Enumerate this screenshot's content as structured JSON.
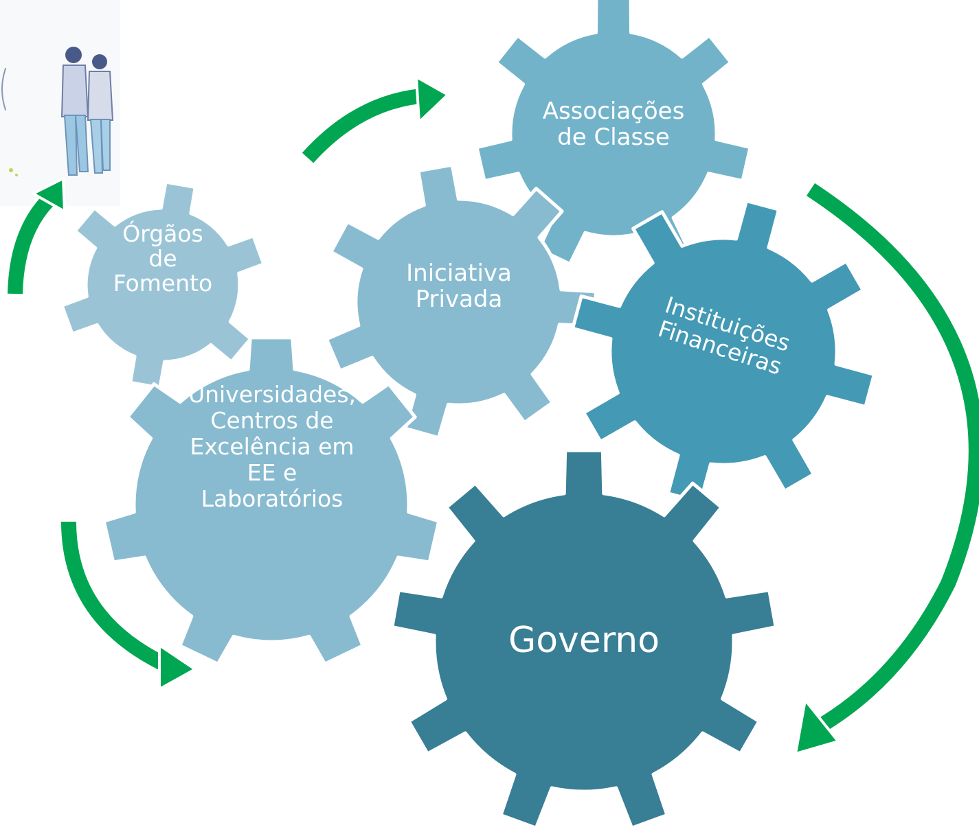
{
  "colors": {
    "background": "#ffffff",
    "arrow": "#00a651",
    "arrow_outline": "#ffffff",
    "label": "#ffffff",
    "gear_outline": "#ffffff"
  },
  "gears": [
    {
      "id": "associacoes",
      "lines": [
        "Associações",
        "de Classe"
      ],
      "color": "#72b3c9"
    },
    {
      "id": "orgaos",
      "lines": [
        "Órgãos",
        "de",
        "Fomento"
      ],
      "color": "#9ac4d6"
    },
    {
      "id": "iniciativa",
      "lines": [
        "Iniciativa",
        "Privada"
      ],
      "color": "#88bbd0"
    },
    {
      "id": "instituicoes",
      "lines": [
        "Instituições",
        "Financeiras"
      ],
      "color": "#4499b4"
    },
    {
      "id": "universidades",
      "lines": [
        "Universidades,",
        "Centros de",
        "Excelência  em",
        "EE e",
        "Laboratórios"
      ],
      "color": "#88bbd0"
    },
    {
      "id": "governo",
      "lines": [
        "Governo"
      ],
      "color": "#387e95"
    }
  ],
  "illustration": {
    "icon": "walking-people-sketch-icon"
  }
}
